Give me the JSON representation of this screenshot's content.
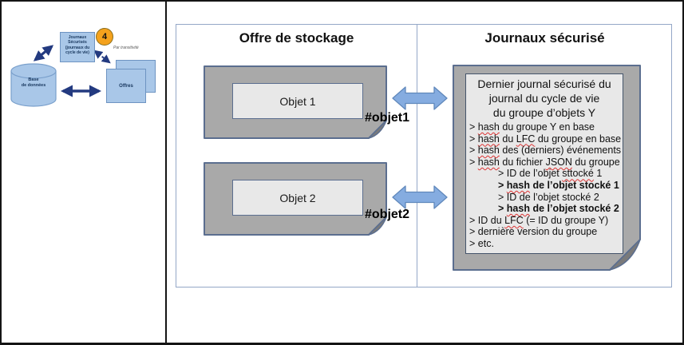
{
  "mini_diagram": {
    "journaux_box_lines": [
      "Journaux",
      "Sécurisés",
      "(journaux du",
      "cycle de vie)"
    ],
    "step_number": "4",
    "step_caption": "Par transitivité",
    "database_label_lines": [
      "Base",
      "de données"
    ],
    "offers_label": "Offres"
  },
  "storage_column": {
    "title": "Offre de stockage",
    "objects": [
      {
        "label": "Objet 1",
        "tag": "#objet1"
      },
      {
        "label": "Objet 2",
        "tag": "#objet2"
      }
    ]
  },
  "journal_column": {
    "title": "Journaux sécurisé",
    "card_title_lines": [
      "Dernier journal sécurisé du",
      "journal du cycle de vie",
      "du groupe d’objets Y"
    ],
    "lines": [
      {
        "indent": 0,
        "bold": false,
        "parts": [
          {
            "t": "> "
          },
          {
            "t": "hash",
            "sq": true
          },
          {
            "t": " du groupe Y en base"
          }
        ]
      },
      {
        "indent": 0,
        "bold": false,
        "parts": [
          {
            "t": "> "
          },
          {
            "t": "hash",
            "sq": true
          },
          {
            "t": " du "
          },
          {
            "t": "LFC",
            "sq": true
          },
          {
            "t": " du groupe en base"
          }
        ]
      },
      {
        "indent": 0,
        "bold": false,
        "parts": [
          {
            "t": "> "
          },
          {
            "t": "hash",
            "sq": true
          },
          {
            "t": " des (derniers) événements"
          }
        ]
      },
      {
        "indent": 0,
        "bold": false,
        "parts": [
          {
            "t": "> "
          },
          {
            "t": "hash",
            "sq": true
          },
          {
            "t": " du fichier "
          },
          {
            "t": "JSON",
            "sq": true
          },
          {
            "t": " du groupe"
          }
        ]
      },
      {
        "indent": 1,
        "bold": false,
        "parts": [
          {
            "t": "> ID de l’objet "
          },
          {
            "t": "sttocké",
            "sq": true
          },
          {
            "t": " 1"
          }
        ]
      },
      {
        "indent": 1,
        "bold": true,
        "parts": [
          {
            "t": "> "
          },
          {
            "t": "hash",
            "sq": true
          },
          {
            "t": " de l’objet stocké 1"
          }
        ]
      },
      {
        "indent": 1,
        "bold": false,
        "parts": [
          {
            "t": "> ID de l’objet stocké 2"
          }
        ]
      },
      {
        "indent": 1,
        "bold": true,
        "parts": [
          {
            "t": "> "
          },
          {
            "t": "hash",
            "sq": true
          },
          {
            "t": " de l’objet stocké 2"
          }
        ]
      },
      {
        "indent": 0,
        "bold": false,
        "parts": [
          {
            "t": "> ID du "
          },
          {
            "t": "LFC",
            "sq": true
          },
          {
            "t": " (= ID du groupe Y)"
          }
        ]
      },
      {
        "indent": 0,
        "bold": false,
        "parts": [
          {
            "t": "> dernière version du groupe"
          }
        ]
      },
      {
        "indent": 0,
        "bold": false,
        "parts": [
          {
            "t": "> etc."
          }
        ]
      }
    ]
  },
  "colors": {
    "accent_light_blue": "#a9c7e8",
    "arrow_navy": "#233a80",
    "big_arrow_blue": "#85ace0",
    "paper_gray": "#a9a9a9",
    "paper_border": "#5b6e8f",
    "frame_blue": "#94a7c7",
    "badge_orange": "#f4a21d",
    "squiggle_red": "#d33333"
  }
}
